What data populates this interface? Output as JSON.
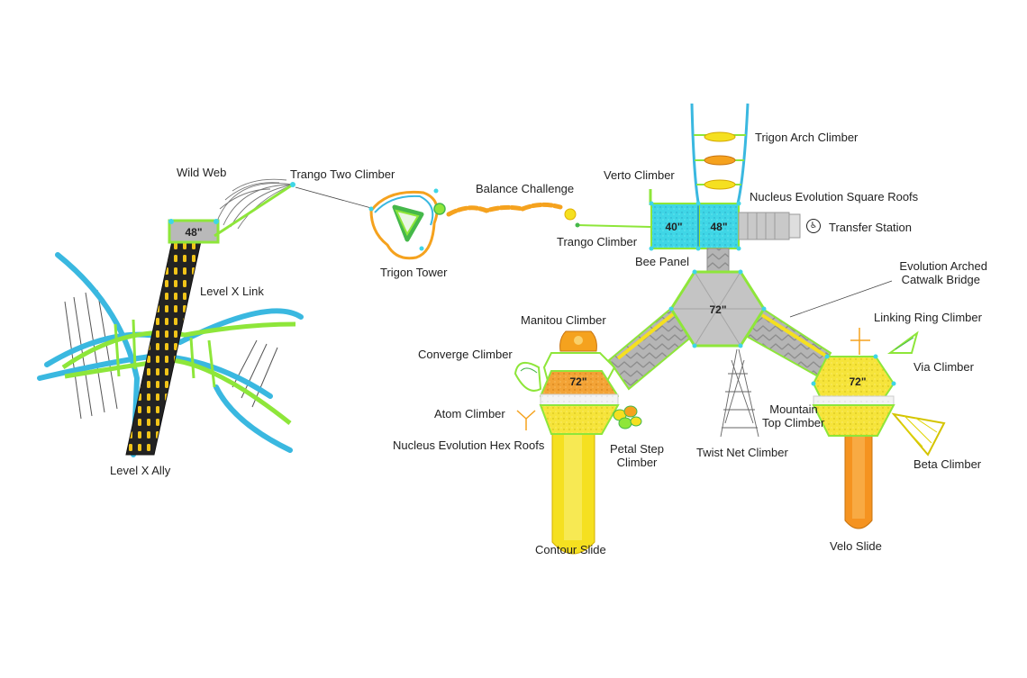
{
  "deck_heights": {
    "level_x_deck": "48\"",
    "square_left": "40\"",
    "square_right": "48\"",
    "hex_center": "72\"",
    "hex_left": "72\"",
    "hex_right": "72\""
  },
  "labels": {
    "wild_web": "Wild Web",
    "trango_two_climber": "Trango Two Climber",
    "balance_challenge": "Balance Challenge",
    "verto_climber": "Verto Climber",
    "trigon_arch_climber": "Trigon Arch Climber",
    "nucleus_square_roofs": "Nucleus Evolution Square Roofs",
    "transfer_station": "Transfer Station",
    "trango_climber": "Trango Climber",
    "bee_panel": "Bee Panel",
    "trigon_tower": "Trigon Tower",
    "level_x_link": "Level X Link",
    "level_x_ally": "Level X Ally",
    "evolution_bridge_line1": "Evolution Arched",
    "evolution_bridge_line2": "Catwalk Bridge",
    "linking_ring_climber": "Linking Ring Climber",
    "manitou_climber": "Manitou Climber",
    "converge_climber": "Converge Climber",
    "via_climber": "Via Climber",
    "atom_climber": "Atom Climber",
    "mountain_top_line1": "Mountain",
    "mountain_top_line2": "Top Climber",
    "nucleus_hex_roofs": "Nucleus Evolution Hex Roofs",
    "petal_step_line1": "Petal Step",
    "petal_step_line2": "Climber",
    "twist_net_climber": "Twist Net Climber",
    "beta_climber": "Beta Climber",
    "contour_slide": "Contour Slide",
    "velo_slide": "Velo Slide"
  },
  "colors": {
    "frame_green": "#8ee63a",
    "arch_blue": "#3ab8e0",
    "deck_gray": "#b8b8b8",
    "cyan_deck": "#3fd6e6",
    "yellow": "#f5e020",
    "orange": "#f5a21e",
    "beam_black": "#222222"
  }
}
